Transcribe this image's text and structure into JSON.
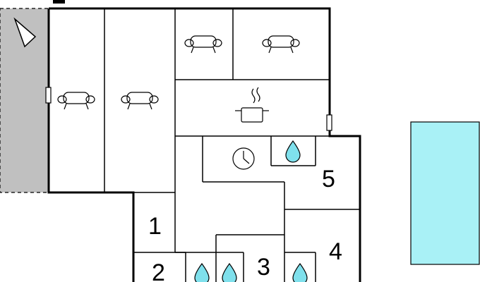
{
  "room_numbers": {
    "room_1": "1",
    "room_2": "2",
    "room_3": "3",
    "room_4": "4",
    "room_5": "5"
  },
  "colors": {
    "terrace": "#c0c0c0",
    "pool": "#a9f1f6",
    "water_drop": "#7fe0ec"
  },
  "icons": [
    "sofa-icon",
    "cooking-pot-icon",
    "clock-icon",
    "water-drop-icon",
    "compass-arrow-icon"
  ]
}
